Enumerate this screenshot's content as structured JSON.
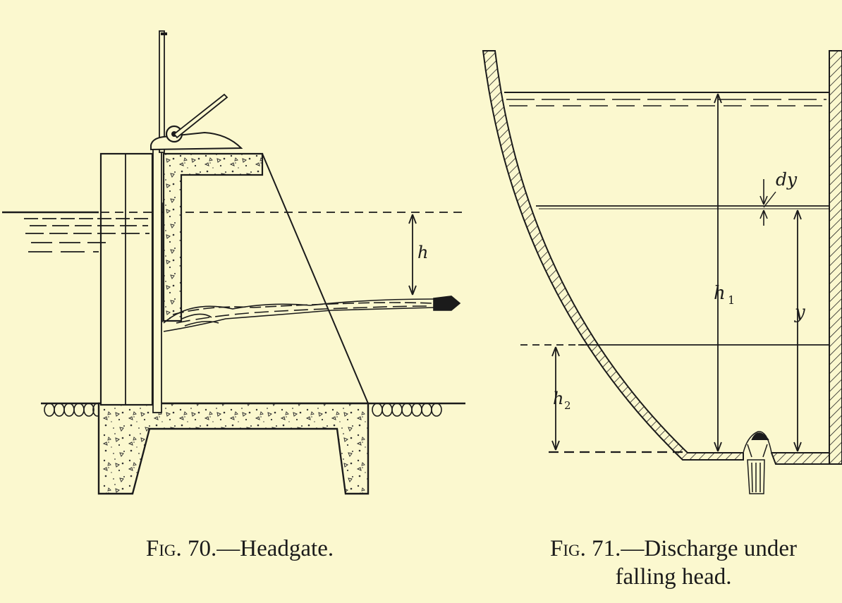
{
  "figures": [
    {
      "number": "Fig. 70.",
      "caption": "—Headgate.",
      "labels": {
        "head": "h"
      }
    },
    {
      "number": "Fig. 71.",
      "caption_line1": "—Discharge under",
      "caption_line2": "falling head.",
      "labels": {
        "dy": "dy",
        "y": "y",
        "h1": "h",
        "h1_sub": "1",
        "h2": "h",
        "h2_sub": "2"
      }
    }
  ]
}
